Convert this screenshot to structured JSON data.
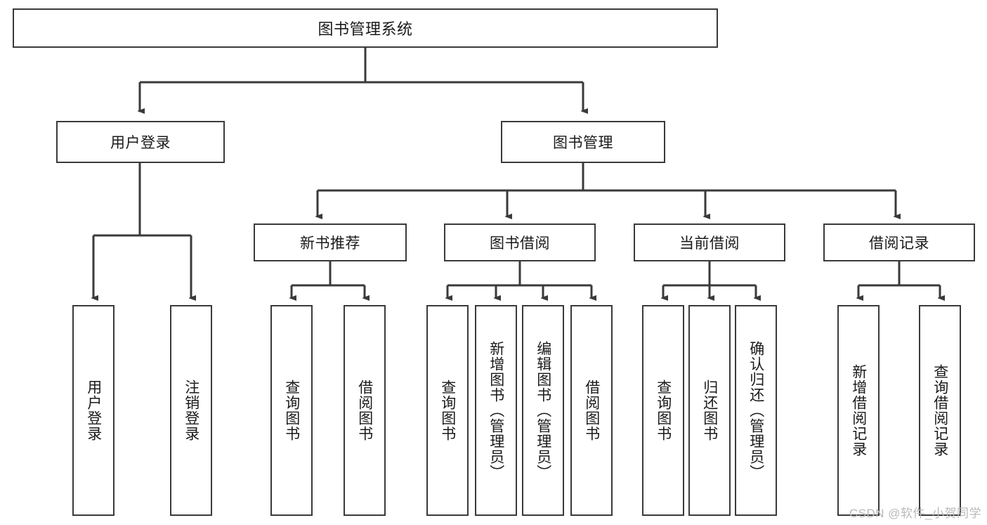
{
  "diagram": {
    "title": "图书管理系统",
    "type": "tree-hierarchy",
    "root": {
      "id": "root",
      "label": "图书管理系统"
    },
    "level2": [
      {
        "id": "user-login",
        "label": "用户登录"
      },
      {
        "id": "book-management",
        "label": "图书管理"
      }
    ],
    "level3": [
      {
        "id": "new-book-recommend",
        "label": "新书推荐",
        "parent": "book-management"
      },
      {
        "id": "book-borrow",
        "label": "图书借阅",
        "parent": "book-management"
      },
      {
        "id": "current-borrow",
        "label": "当前借阅",
        "parent": "book-management"
      },
      {
        "id": "borrow-record",
        "label": "借阅记录",
        "parent": "book-management"
      }
    ],
    "leaves": {
      "user_login": [
        {
          "id": "leaf-user-login",
          "label": "用户登录"
        },
        {
          "id": "leaf-logout-login",
          "label": "注销登录"
        }
      ],
      "new_book_recommend": [
        {
          "id": "leaf-query-book-1",
          "label": "查询图书"
        },
        {
          "id": "leaf-borrow-book-1",
          "label": "借阅图书"
        }
      ],
      "book_borrow": [
        {
          "id": "leaf-query-book-2",
          "label": "查询图书"
        },
        {
          "id": "leaf-add-book",
          "label": "新增图书（管理员）"
        },
        {
          "id": "leaf-edit-book",
          "label": "编辑图书（管理员）"
        },
        {
          "id": "leaf-borrow-book-2",
          "label": "借阅图书"
        }
      ],
      "current_borrow": [
        {
          "id": "leaf-query-book-3",
          "label": "查询图书"
        },
        {
          "id": "leaf-return-book",
          "label": "归还图书"
        },
        {
          "id": "leaf-confirm-return",
          "label": "确认归还（管理员）"
        }
      ],
      "borrow_record": [
        {
          "id": "leaf-add-record",
          "label": "新增借阅记录"
        },
        {
          "id": "leaf-query-record",
          "label": "查询借阅记录"
        }
      ]
    },
    "watermark": "CSDN @软件_小贺同学",
    "colors": {
      "stroke": "#3a3a3a",
      "fill": "#ffffff",
      "text": "#1a1a1a",
      "watermark": "#b9b9b9"
    }
  }
}
